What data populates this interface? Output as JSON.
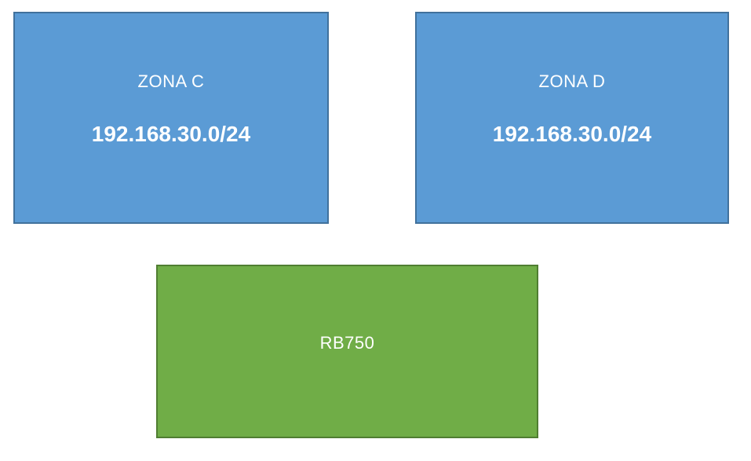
{
  "diagram": {
    "background_color": "#ffffff",
    "text_color": "#ffffff",
    "zones": [
      {
        "label": "ZONA C",
        "subnet": "192.168.30.0/24",
        "fill_color": "#5b9bd5",
        "border_color": "#41719c"
      },
      {
        "label": "ZONA D",
        "subnet": "192.168.30.0/24",
        "fill_color": "#5b9bd5",
        "border_color": "#41719c"
      }
    ],
    "router": {
      "label": "RB750",
      "fill_color": "#70ad47",
      "border_color": "#507e32"
    }
  }
}
